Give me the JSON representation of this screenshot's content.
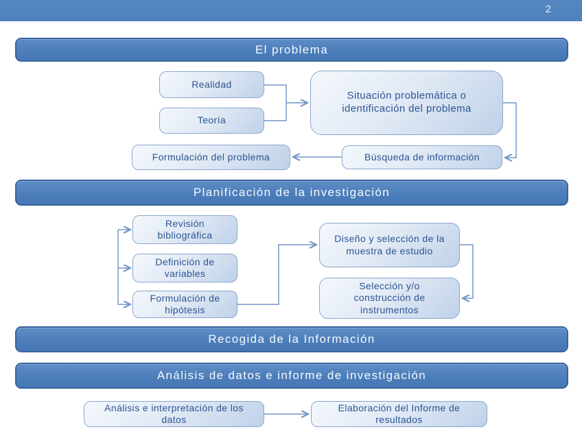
{
  "slide": {
    "page_number": "2",
    "colors": {
      "accent_blue": "#4e81bd",
      "accent_border": "#3a639c",
      "box_fill_light": "#f4f8fc",
      "box_fill_dark": "#bfd2e9",
      "box_border": "#8aa5ce",
      "box_text": "#2b5494",
      "connector": "#7396c8",
      "header_text": "#f6f9fd"
    }
  },
  "headers": {
    "el_problema": "El problema",
    "planificacion": "Planificación de la investigación",
    "recogida": "Recogida de la Información",
    "analisis": "Análisis de datos e informe de investigación"
  },
  "boxes": {
    "realidad": "Realidad",
    "teoria": "Teoría",
    "situacion": "Situación problemática o identificación del problema",
    "busqueda": "Búsqueda de información",
    "formulacion_problema": "Formulación del problema",
    "revision": "Revisión bibliográfica",
    "definicion": "Definición de variables",
    "hipotesis": "Formulación de hipótesis",
    "diseno": "Diseño y selección de la muestra de estudio",
    "seleccion": "Selección y/o construcción de instrumentos",
    "analisis_interpretacion": "Análisis e interpretación de los datos",
    "elaboracion": "Elaboración del Informe de resultados"
  }
}
